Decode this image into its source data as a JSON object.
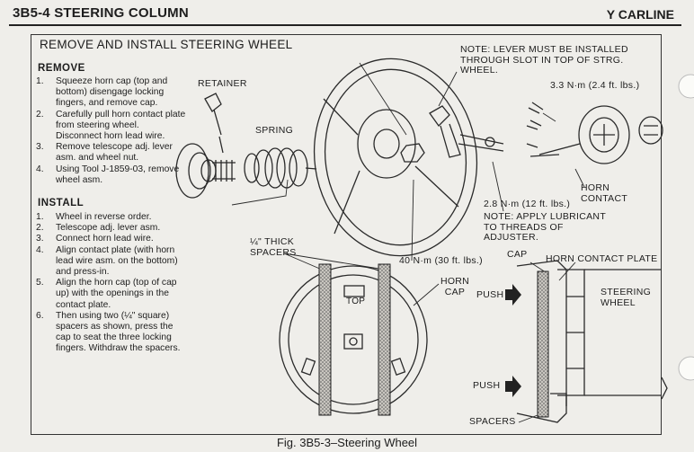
{
  "header": {
    "section_title": "3B5-4  STEERING COLUMN",
    "carline": "Y CARLINE"
  },
  "main_title": "REMOVE AND INSTALL STEERING WHEEL",
  "remove": {
    "heading": "REMOVE",
    "steps": [
      {
        "num": "1.",
        "text": "Squeeze horn cap (top and bottom) disengage locking fingers, and remove cap."
      },
      {
        "num": "2.",
        "text": "Carefully pull horn contact plate from steering wheel. Disconnect horn lead wire."
      },
      {
        "num": "3.",
        "text": "Remove telescope adj. lever asm. and wheel nut."
      },
      {
        "num": "4.",
        "text": "Using Tool J-1859-03, remove wheel asm."
      }
    ]
  },
  "install": {
    "heading": "INSTALL",
    "steps": [
      {
        "num": "1.",
        "text": "Wheel in reverse order."
      },
      {
        "num": "2.",
        "text": "Telescope adj. lever asm."
      },
      {
        "num": "3.",
        "text": "Connect horn lead wire."
      },
      {
        "num": "4.",
        "text": "Align contact plate (with horn lead wire asm. on the bottom) and press-in."
      },
      {
        "num": "5.",
        "text": "Align the horn cap (top of cap up) with the openings in the contact plate."
      },
      {
        "num": "6.",
        "text": "Then using two (¼\" square) spacers as shown, press the cap to seat the three locking fingers. Withdraw the spacers."
      }
    ]
  },
  "labels": {
    "retainer": "RETAINER",
    "spring": "SPRING",
    "note_lever": "NOTE: LEVER MUST BE INSTALLED THROUGH SLOT IN TOP OF STRG. WHEEL.",
    "torque_small": "3.3 N·m (2.4 ft. lbs.)",
    "horn_contact": "HORN CONTACT",
    "torque_adjuster": "2.8 N·m (12 ft. lbs.)",
    "note_lubricant": "NOTE:  APPLY LUBRICANT TO THREADS OF ADJUSTER.",
    "thick_spacers": "¼\" THICK SPACERS",
    "torque_nut": "40 N·m (30 ft. lbs.)",
    "horn_cap": "HORN CAP",
    "top": "TOP",
    "cap": "CAP",
    "horn_contact_plate": "HORN CONTACT PLATE",
    "steering_wheel": "STEERING WHEEL",
    "push": "PUSH",
    "spacers": "SPACERS"
  },
  "caption": "Fig. 3B5-3–Steering Wheel"
}
